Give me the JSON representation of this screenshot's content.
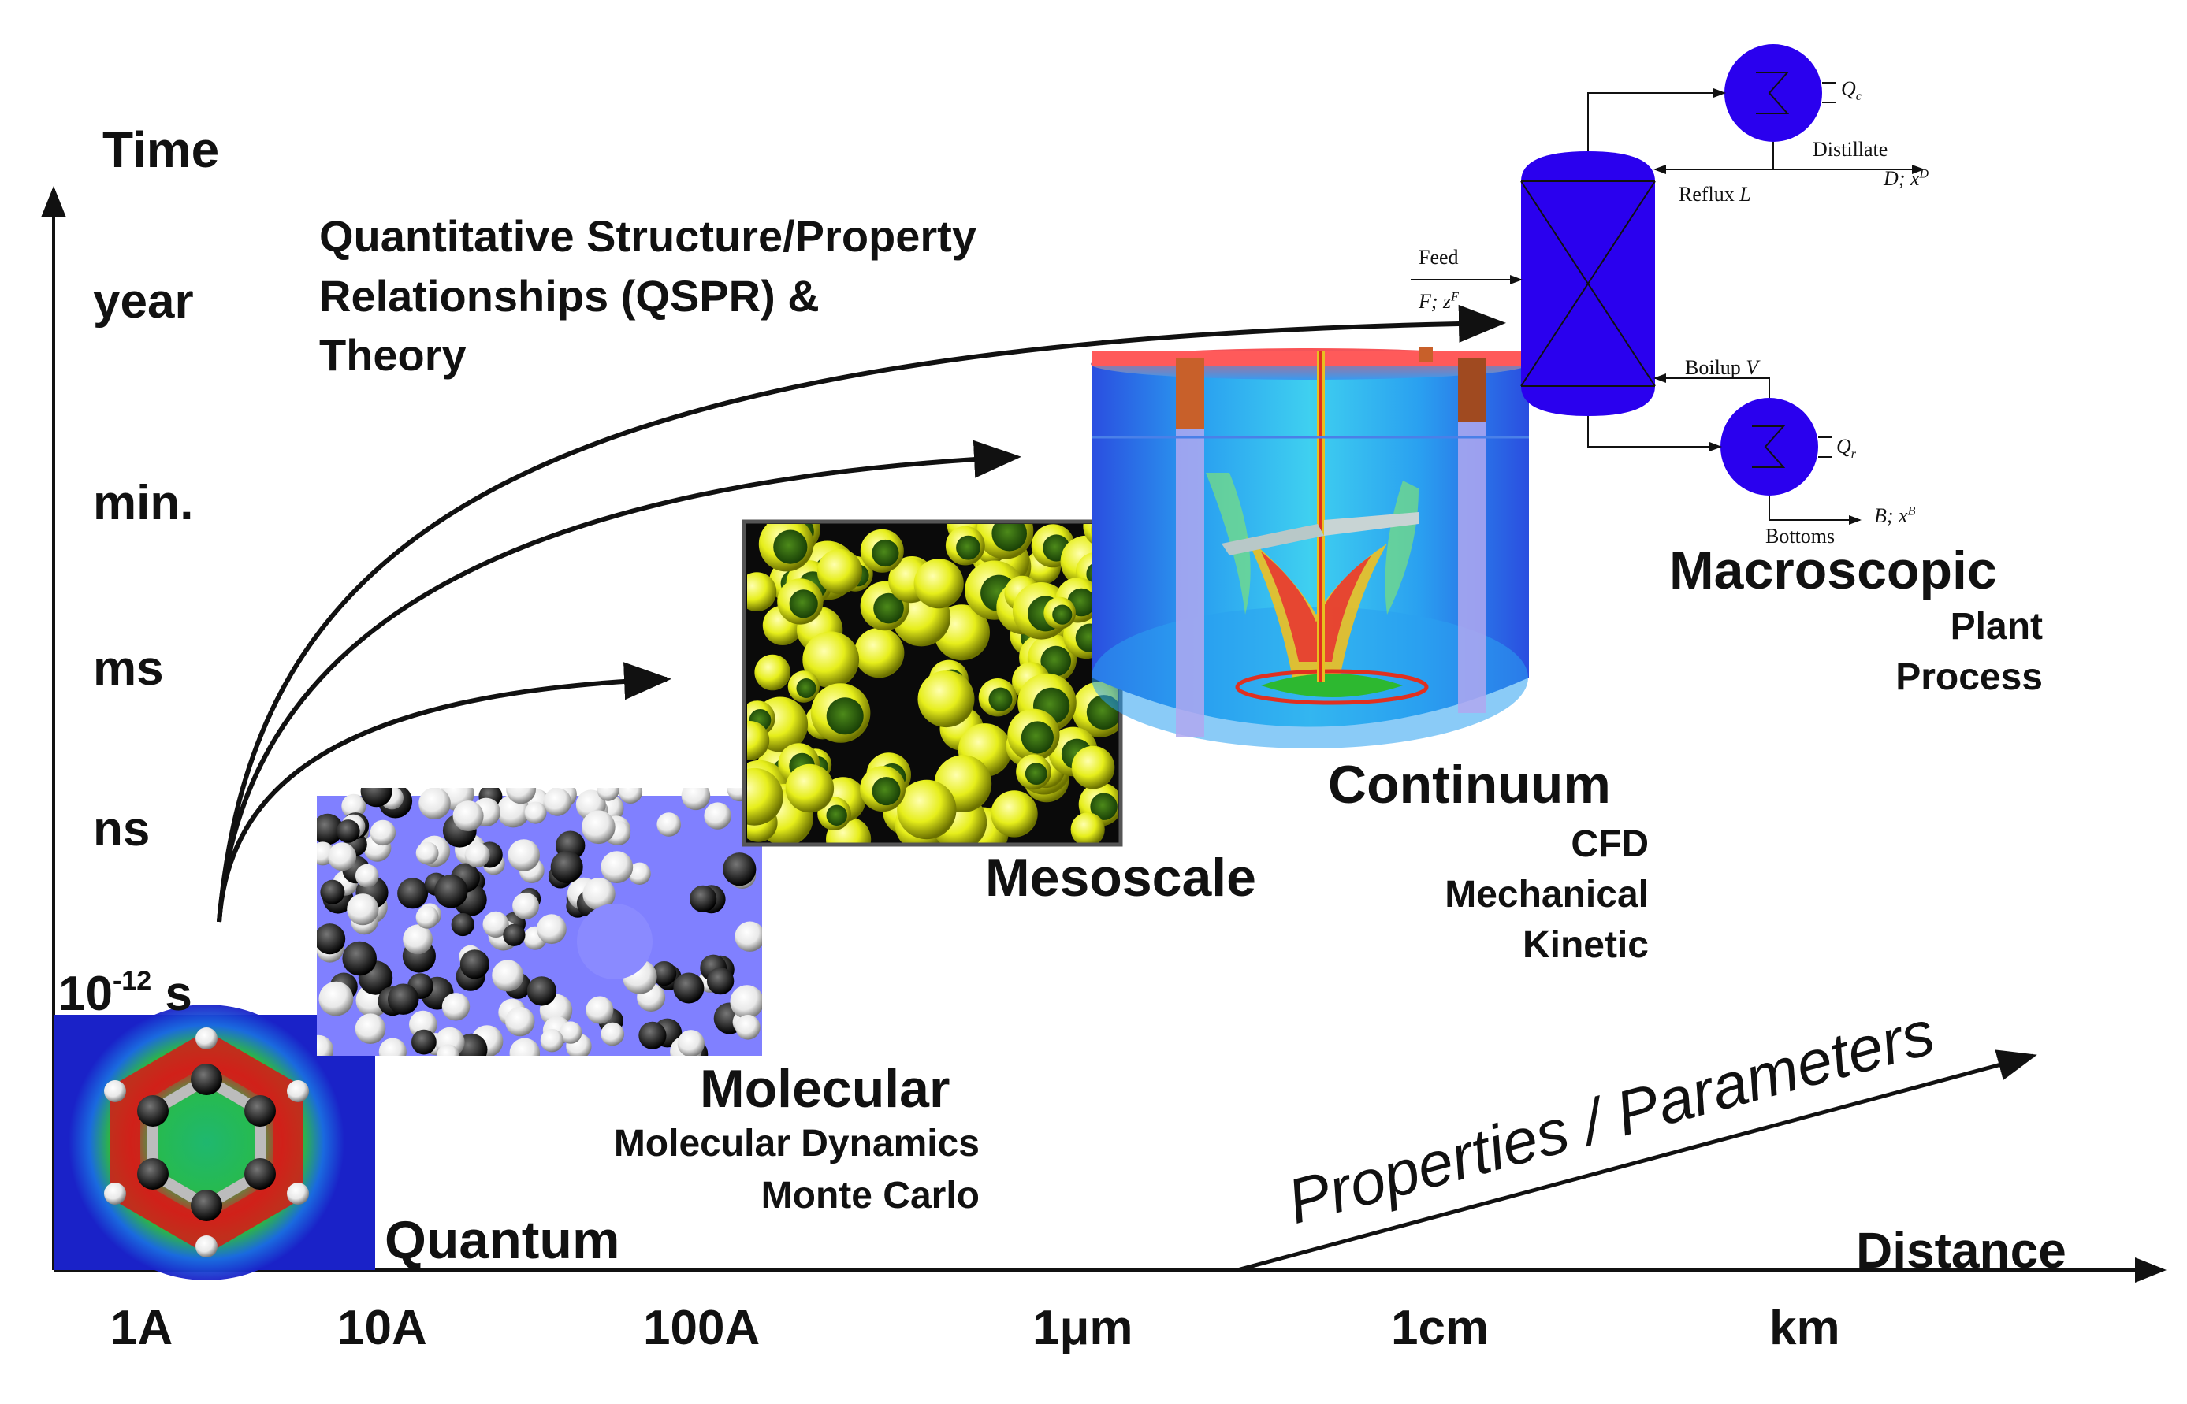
{
  "axes": {
    "y_title": "Time",
    "x_title": "Distance",
    "y_ticks": [
      "year",
      "min.",
      "ms",
      "ns"
    ],
    "y_origin_base": "10",
    "y_origin_exp": "-12",
    "y_origin_unit": "s",
    "x_ticks": [
      "1A",
      "10A",
      "100A",
      "1μm",
      "1cm",
      "km"
    ]
  },
  "qspr": {
    "line1": "Quantitative Structure/Property",
    "line2": "Relationships (QSPR) &",
    "line3": "Theory"
  },
  "scales": {
    "quantum": {
      "title": "Quantum"
    },
    "molecular": {
      "title": "Molecular",
      "sub1": "Molecular Dynamics",
      "sub2": "Monte Carlo"
    },
    "mesoscale": {
      "title": "Mesoscale"
    },
    "continuum": {
      "title": "Continuum",
      "sub1": "CFD",
      "sub2": "Mechanical",
      "sub3": "Kinetic"
    },
    "macroscopic": {
      "title": "Macroscopic",
      "sub1": "Plant",
      "sub2": "Process"
    }
  },
  "properties_arrow": {
    "label": "Properties / Parameters"
  },
  "process_diagram": {
    "feed": "Feed",
    "feed_var": "F; z",
    "feed_sup": "F",
    "distillate": "Distillate",
    "distillate_var": "D; x",
    "distillate_sup": "D",
    "reflux": "Reflux",
    "reflux_var": "L",
    "boilup": "Boilup",
    "boilup_var": "V",
    "bottoms": "Bottoms",
    "bottoms_var": "B; x",
    "bottoms_sup": "B",
    "qc": "Q",
    "qc_sub": "c",
    "qr": "Q",
    "qr_sub": "r",
    "sum_symbol": "Σ"
  },
  "colors": {
    "axis": "#111111",
    "quantum_bg": "#1a22c8",
    "molecular_bg": "#8080ff",
    "mesoscale_bg": "#0a0a0a",
    "mesoscale_spheres": "#e6ee1a",
    "tank_blue": "#2a66e8",
    "column_blue": "#2a00ee"
  }
}
